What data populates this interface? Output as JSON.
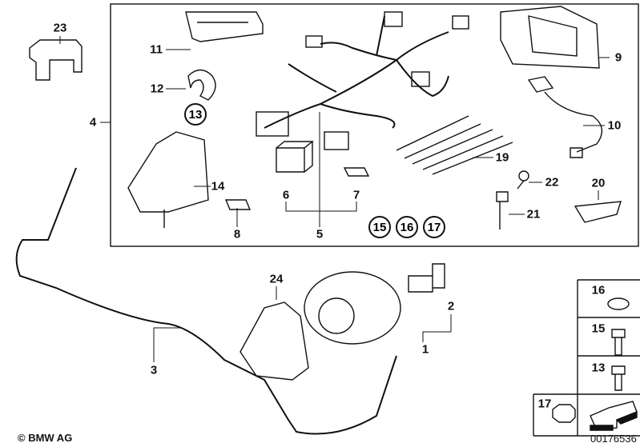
{
  "callouts": {
    "p1": "1",
    "p2": "2",
    "p3": "3",
    "p4": "4",
    "p5": "5",
    "p6": "6",
    "p7": "7",
    "p8": "8",
    "p9": "9",
    "p10": "10",
    "p11": "11",
    "p12": "12",
    "p13": "13",
    "p14": "14",
    "p19": "19",
    "p20": "20",
    "p21": "21",
    "p22": "22",
    "p23": "23",
    "p24": "24"
  },
  "circled": {
    "c13": "13",
    "c15": "15",
    "c16": "16",
    "c17": "17"
  },
  "parts_table": {
    "r16": "16",
    "r15": "15",
    "r13": "13",
    "r17": "17"
  },
  "footer": {
    "copyright": "© BMW AG",
    "diagram_number": "00176536"
  }
}
